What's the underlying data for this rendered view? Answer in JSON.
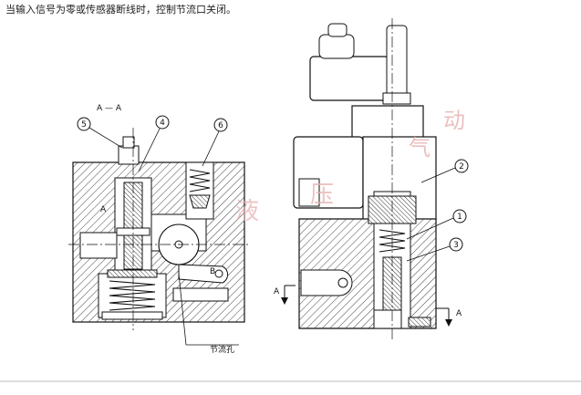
{
  "caption": "当输入信号为零或传感器断线时，控制节流口关闭。",
  "section_label": "A — A",
  "part_numbers": {
    "n1": "1",
    "n2": "2",
    "n3": "3",
    "n4": "4",
    "n5": "5",
    "n6": "6"
  },
  "port_labels": {
    "a_left_block": "A",
    "b_left_block": "B",
    "a_right_left": "A",
    "a_right_right": "A"
  },
  "callout_throttle": "节流孔",
  "watermark_chars": [
    "液",
    "压",
    "气",
    "动"
  ]
}
